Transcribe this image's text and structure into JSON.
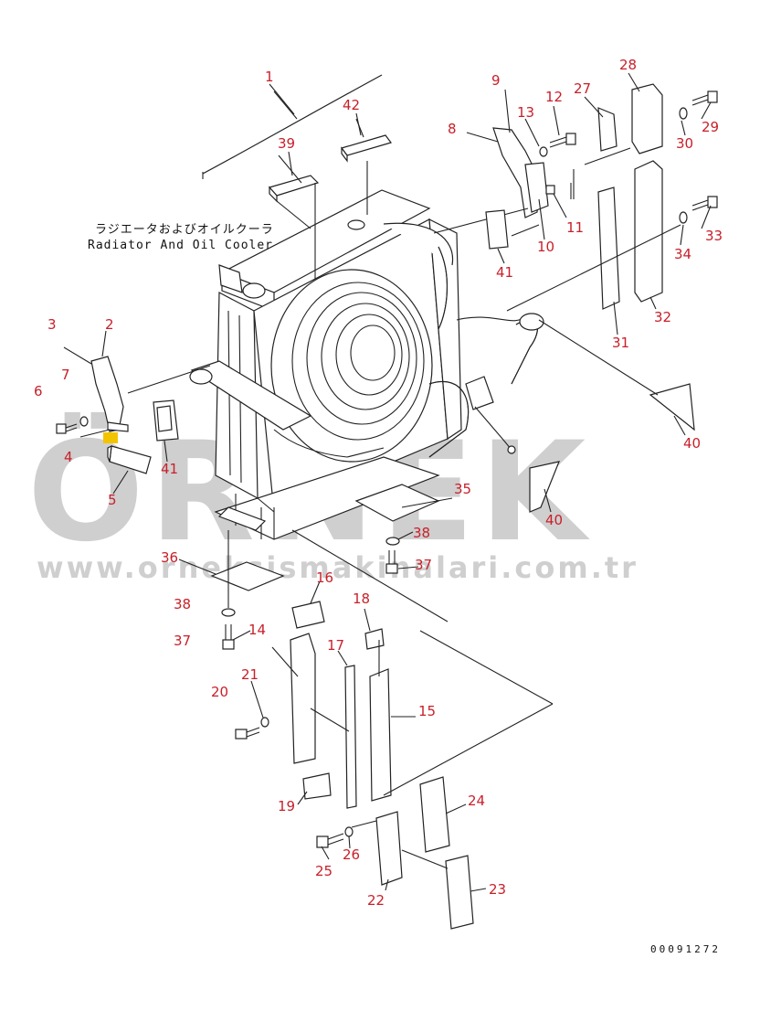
{
  "title": {
    "japanese": "ラジエータおよびオイルクーラ",
    "english": "Radiator And Oil Cooler"
  },
  "drawing_code": "00091272",
  "watermark": {
    "brand": "ÖRNEK",
    "url": "www.orneksismakinalari.com.tr"
  },
  "colors": {
    "callout": "#c8202a",
    "line": "#222222",
    "watermark": "#cfcfcf",
    "accent_square": "#f2c400"
  },
  "callouts": [
    "1",
    "2",
    "3",
    "4",
    "5",
    "6",
    "7",
    "8",
    "9",
    "10",
    "11",
    "12",
    "13",
    "14",
    "15",
    "16",
    "17",
    "18",
    "19",
    "20",
    "21",
    "22",
    "23",
    "24",
    "25",
    "26",
    "27",
    "28",
    "29",
    "30",
    "31",
    "32",
    "33",
    "34",
    "35",
    "36",
    "37",
    "38",
    "39",
    "40",
    "41",
    "42"
  ],
  "callouts_repeated": {
    "41": "41",
    "40": "40",
    "37": "37",
    "38": "38"
  }
}
